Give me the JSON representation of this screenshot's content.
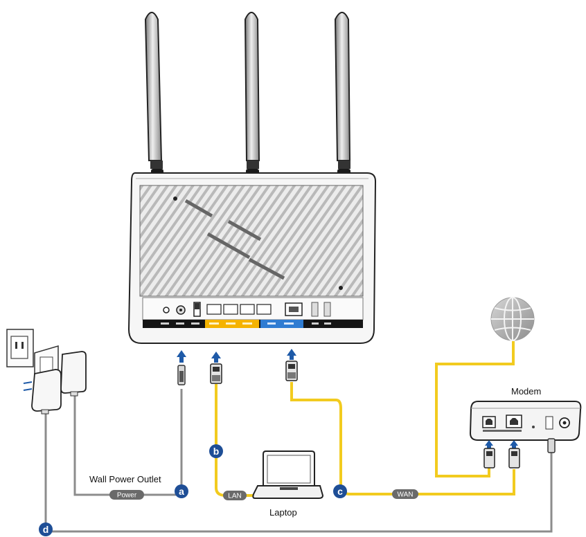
{
  "labels": {
    "wall_outlet": "Wall Power Outlet",
    "modem": "Modem",
    "laptop": "Laptop"
  },
  "cables": {
    "power": "Power",
    "lan": "LAN",
    "wan": "WAN"
  },
  "steps": {
    "a": "a",
    "b": "b",
    "c": "c",
    "d": "d"
  },
  "colors": {
    "ethernet_cable": "#f2cb1f",
    "power_cable": "#8c8c8c",
    "badge": "#1e4e96",
    "arrow": "#1e5aa8",
    "lan_port_band": "#f5b300",
    "wan_port_band": "#2f7cd2"
  },
  "icons": {
    "internet": "globe-icon",
    "adapter": "power-adapter-icon",
    "outlet": "wall-socket-icon"
  }
}
